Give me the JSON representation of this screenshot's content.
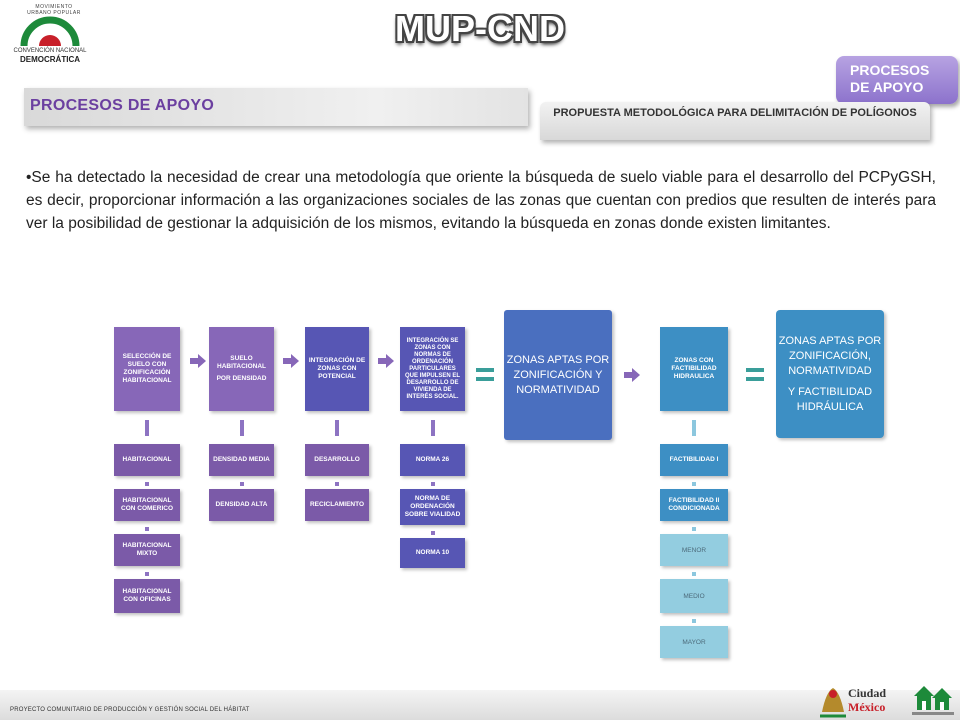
{
  "header": {
    "logo_top_text": "MOVIMIENTO URBANO POPULAR",
    "logo_line1": "CONVENCIÓN NACIONAL",
    "logo_line2": "DEMOCRÁTICA",
    "title": "MUP-CND",
    "badge_line1": "PROCESOS",
    "badge_line2": "DE APOYO"
  },
  "section": {
    "title": "PROCESOS  DE APOYO",
    "proposal": "PROPUESTA METODOLÓGICA PARA DELIMITACIÓN DE POLÍGONOS"
  },
  "paragraph": "•Se ha detectado la necesidad de crear una metodología que oriente la búsqueda de suelo viable para el desarrollo del PCPyGSH,  es decir, proporcionar información a las organizaciones sociales de las zonas que cuentan con predios que resulten de interés para ver la posibilidad de gestionar la adquisición de los mismos, evitando la búsqueda en zonas donde existen limitantes.",
  "diagram": {
    "step1": "SELECCIÓN DE SUELO CON ZONIFICACIÓN HABITACIONAL",
    "step2_line1": "SUELO HABITACIONAL",
    "step2_line2": "POR DENSIDAD",
    "step3": "INTEGRACIÓN DE ZONAS CON POTENCIAL",
    "step4": "INTEGRACIÓN SE ZONAS CON NORMAS DE ORDENACIÓN PARTICULARES QUE IMPULSEN EL DESARROLLO DE VIVIENDA DE INTERÉS SOCIAL.",
    "result1": "ZONAS APTAS POR ZONIFICACIÓN Y NORMATIVIDAD",
    "step5": "ZONAS CON FACTIBILIDAD HIDRAULICA",
    "result2_line1": "ZONAS APTAS POR ZONIFICACIÓN, NORMATIVIDAD",
    "result2_line2": "Y FACTIBILIDAD HIDRÁULICA",
    "col1": [
      "HABITACIONAL",
      "HABITACIONAL CON COMERICO",
      "HABITACIONAL MIXTO",
      "HABITACIONAL CON OFICINAS"
    ],
    "col2": [
      "DENSIDAD MEDIA",
      "DENSIDAD ALTA"
    ],
    "col3": [
      "DESARROLLO",
      "RECICLAMIENTO"
    ],
    "col4": [
      "NORMA 26",
      "NORMA  DE ORDENACIÓN SOBRE VIALIDAD",
      "NORMA  10"
    ],
    "col5": [
      "FACTIBILIDAD I",
      "FACTIBILIDAD II CONDICIONADA",
      "MENOR",
      "MEDIO",
      "MAYOR"
    ]
  },
  "footer": {
    "text": "PROYECTO COMUNITARIO DE PRODUCCIÓN Y GESTIÓN SOCIAL DEL HÁBITAT",
    "cdmx_line1": "Ciudad",
    "cdmx_line2": "México"
  },
  "colors": {
    "accent_purple": "#6b3fa0",
    "box_purple": "#8767b8",
    "box_blue": "#4a6fbf",
    "box_teal": "#3d8fc4",
    "equals_teal": "#3a9e9a"
  }
}
